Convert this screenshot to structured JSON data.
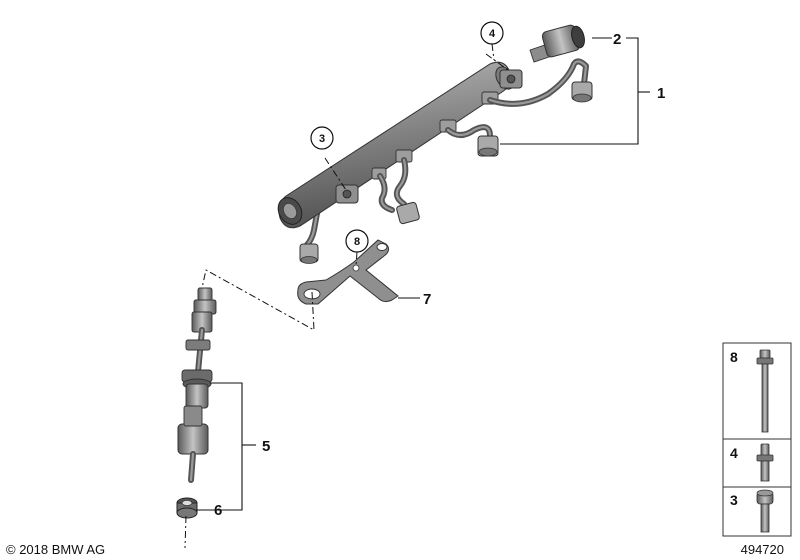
{
  "callouts": {
    "c1": "1",
    "c2": "2",
    "c3": "3",
    "c4": "4",
    "c5": "5",
    "c6": "6",
    "c7": "7",
    "c8": "8",
    "circ3": "3",
    "circ4": "4",
    "circ8": "8"
  },
  "legend": {
    "items": [
      {
        "label": "8"
      },
      {
        "label": "4"
      },
      {
        "label": "3"
      }
    ]
  },
  "footer": {
    "copyright": "© 2018 BMW AG",
    "image_number": "494720"
  },
  "colors": {
    "part_dark": "#5e5e5e",
    "part_mid": "#8c8c8c",
    "part_light": "#bdbdbd",
    "line": "#111111"
  }
}
